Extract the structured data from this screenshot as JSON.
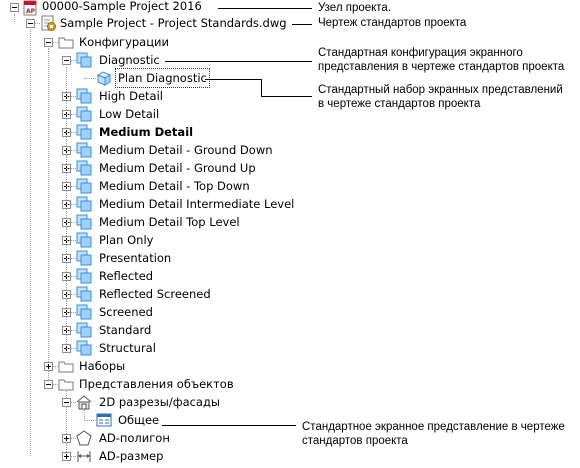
{
  "tree": {
    "root_label": "00000-Sample Project 2016",
    "standards_file_label": "Sample Project - Project Standards.dwg",
    "configurations_label": "Конфигурации",
    "diagnostic_label": "Diagnostic",
    "plan_diagnostic_label": "Plan Diagnostic",
    "items": [
      "High Detail",
      "Low Detail",
      "Medium Detail",
      "Medium Detail - Ground Down",
      "Medium Detail - Ground Up",
      "Medium Detail - Top Down",
      "Medium Detail Intermediate Level",
      "Medium Detail Top Level",
      "Plan Only",
      "Presentation",
      "Reflected",
      "Reflected Screened",
      "Screened",
      "Standard",
      "Structural"
    ],
    "sets_label": "Наборы",
    "object_views_label": "Представления объектов",
    "sections_label": "2D разрезы/фасады",
    "general_label": "Общее",
    "polygon_label": "AD-полигон",
    "dimension_label": "AD-размер"
  },
  "callouts": {
    "project_node": "Узел проекта.",
    "standards_drawing": "Чертеж стандартов проекта",
    "standard_config_line1": "Стандартная конфигурация экранного",
    "standard_config_line2": "представления в чертеже стандартов проекта",
    "standard_set_line1": "Стандартный набор экранных представлений",
    "standard_set_line2": "в чертеже стандартов проекта",
    "standard_view_line1": "Стандартное экранное представление в чертеже",
    "standard_view_line2": "стандартов проекта"
  },
  "colors": {
    "folder_outline": "#7a7a7a",
    "config_icon": "#3a8fd8",
    "config_icon_light": "#bfe0ff",
    "project_icon_red": "#c8102e",
    "dwg_icon_orange": "#e8a020",
    "tree_lines": "#a0a0a0"
  }
}
